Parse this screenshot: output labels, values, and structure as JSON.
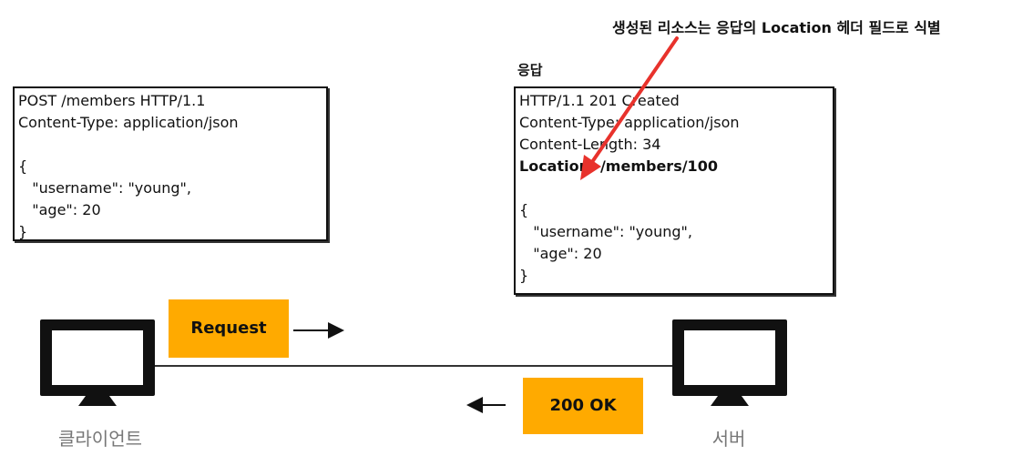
{
  "annotation": "생성된 리소스는 응답의 Location 헤더 필드로 식별",
  "response_title": "응답",
  "request_box": {
    "lines": [
      "POST /members HTTP/1.1",
      "Content-Type: application/json",
      "",
      "{",
      "   \"username\": \"young\",",
      "   \"age\": 20",
      "}"
    ]
  },
  "response_box": {
    "lines": [
      "HTTP/1.1 201 Created",
      "Content-Type: application/json",
      "Content-Length: 34",
      "Location: /members/100",
      "",
      "{",
      "   \"username\": \"young\",",
      "   \"age\": 20",
      "}"
    ]
  },
  "request_label": "Request",
  "response_label": "200 OK",
  "client_label": "클라이언트",
  "server_label": "서버",
  "colors": {
    "tag": "#ffaa00",
    "arrow_annotation": "#e8322c"
  }
}
